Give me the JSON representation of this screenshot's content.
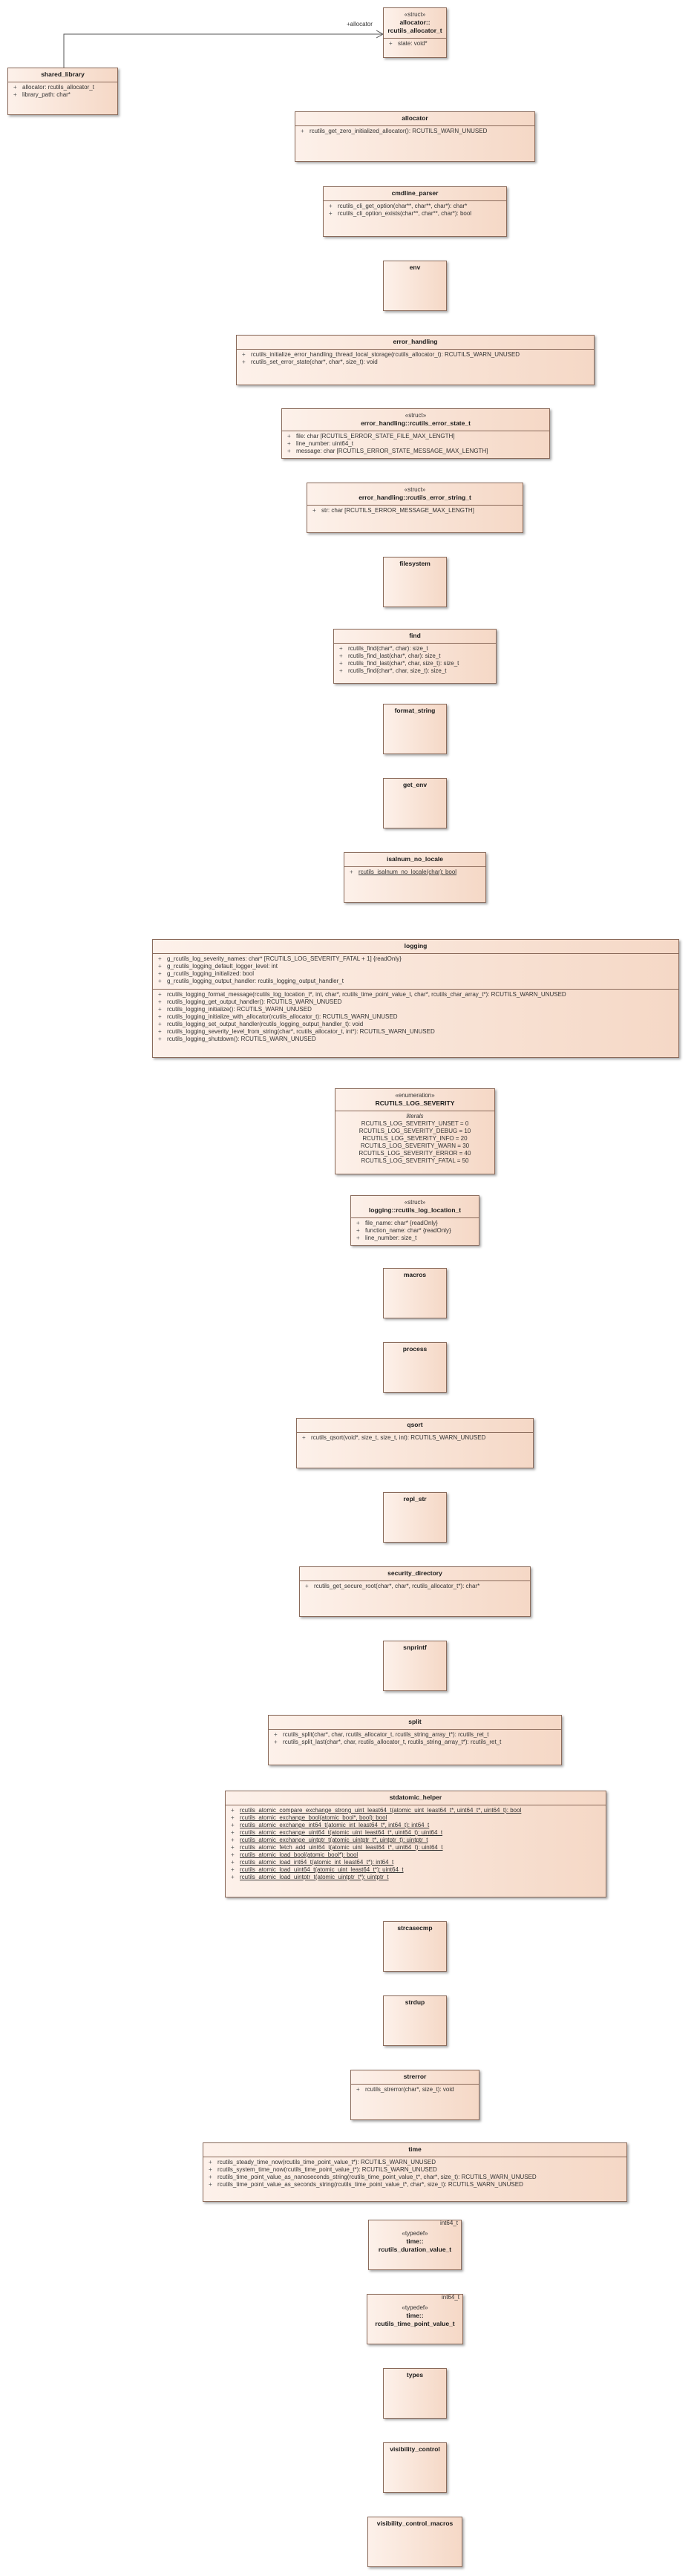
{
  "classes": [
    {
      "id": "allocator_struct",
      "stereotype": "«struct»",
      "name": "allocator::\nrcutils_allocator_t",
      "attributes": [
        {
          "text": "state: void*"
        }
      ],
      "operations": []
    },
    {
      "id": "shared_library",
      "stereotype": "",
      "name": "shared_library",
      "attributes": [
        {
          "text": "allocator: rcutils_allocator_t"
        },
        {
          "text": "library_path: char*"
        }
      ],
      "operations": []
    },
    {
      "id": "allocator",
      "stereotype": "",
      "name": "allocator",
      "attributes": [],
      "operations": [
        {
          "text": "rcutils_get_zero_initialized_allocator(): RCUTILS_WARN_UNUSED"
        }
      ]
    },
    {
      "id": "cmdline_parser",
      "stereotype": "",
      "name": "cmdline_parser",
      "attributes": [],
      "operations": [
        {
          "text": "rcutils_cli_get_option(char**, char**, char*): char*"
        },
        {
          "text": "rcutils_cli_option_exists(char**, char**, char*): bool"
        }
      ]
    },
    {
      "id": "env",
      "stereotype": "",
      "name": "env",
      "attributes": [],
      "operations": []
    },
    {
      "id": "error_handling",
      "stereotype": "",
      "name": "error_handling",
      "attributes": [],
      "operations": [
        {
          "text": "rcutils_initialize_error_handling_thread_local_storage(rcutils_allocator_t): RCUTILS_WARN_UNUSED"
        },
        {
          "text": "rcutils_set_error_state(char*, char*, size_t): void"
        }
      ]
    },
    {
      "id": "error_state",
      "stereotype": "«struct»",
      "name": "error_handling::rcutils_error_state_t",
      "attributes": [
        {
          "text": "file: char [RCUTILS_ERROR_STATE_FILE_MAX_LENGTH]"
        },
        {
          "text": "line_number: uint64_t"
        },
        {
          "text": "message: char [RCUTILS_ERROR_STATE_MESSAGE_MAX_LENGTH]"
        }
      ],
      "operations": []
    },
    {
      "id": "error_string",
      "stereotype": "«struct»",
      "name": "error_handling::rcutils_error_string_t",
      "attributes": [
        {
          "text": "str: char [RCUTILS_ERROR_MESSAGE_MAX_LENGTH]"
        }
      ],
      "operations": []
    },
    {
      "id": "filesystem",
      "stereotype": "",
      "name": "filesystem",
      "attributes": [],
      "operations": []
    },
    {
      "id": "find",
      "stereotype": "",
      "name": "find",
      "attributes": [],
      "operations": [
        {
          "text": "rcutils_find(char*, char): size_t"
        },
        {
          "text": "rcutils_find_last(char*, char): size_t"
        },
        {
          "text": "rcutils_find_last(char*, char, size_t): size_t"
        },
        {
          "text": "rcutils_find(char*, char, size_t): size_t"
        }
      ]
    },
    {
      "id": "format_string",
      "stereotype": "",
      "name": "format_string",
      "attributes": [],
      "operations": []
    },
    {
      "id": "get_env",
      "stereotype": "",
      "name": "get_env",
      "attributes": [],
      "operations": []
    },
    {
      "id": "isalnum_no_locale",
      "stereotype": "",
      "name": "isalnum_no_locale",
      "attributes": [],
      "operations": [
        {
          "text": "rcutils_isalnum_no_locale(char): bool",
          "static": true
        }
      ]
    },
    {
      "id": "logging",
      "stereotype": "",
      "name": "logging",
      "attributes": [
        {
          "text": "g_rcutils_log_severity_names: char* [RCUTILS_LOG_SEVERITY_FATAL + 1] {readOnly}"
        },
        {
          "text": "g_rcutils_logging_default_logger_level: int"
        },
        {
          "text": "g_rcutils_logging_initialized: bool"
        },
        {
          "text": "g_rcutils_logging_output_handler: rcutils_logging_output_handler_t"
        }
      ],
      "operations": [
        {
          "text": "rcutils_logging_format_message(rcutils_log_location_t*, int, char*, rcutils_time_point_value_t, char*, rcutils_char_array_t*): RCUTILS_WARN_UNUSED"
        },
        {
          "text": "rcutils_logging_get_output_handler(): RCUTILS_WARN_UNUSED"
        },
        {
          "text": "rcutils_logging_initialize(): RCUTILS_WARN_UNUSED"
        },
        {
          "text": "rcutils_logging_initialize_with_allocator(rcutils_allocator_t): RCUTILS_WARN_UNUSED"
        },
        {
          "text": "rcutils_logging_set_output_handler(rcutils_logging_output_handler_t): void"
        },
        {
          "text": "rcutils_logging_severity_level_from_string(char*, rcutils_allocator_t, int*): RCUTILS_WARN_UNUSED"
        },
        {
          "text": "rcutils_logging_shutdown(): RCUTILS_WARN_UNUSED"
        }
      ]
    },
    {
      "id": "log_severity",
      "stereotype": "«enumeration»",
      "name": "RCUTILS_LOG_SEVERITY",
      "literals_label": "literals",
      "literals": [
        "RCUTILS_LOG_SEVERITY_UNSET = 0",
        "RCUTILS_LOG_SEVERITY_DEBUG = 10",
        "RCUTILS_LOG_SEVERITY_INFO = 20",
        "RCUTILS_LOG_SEVERITY_WARN = 30",
        "RCUTILS_LOG_SEVERITY_ERROR = 40",
        "RCUTILS_LOG_SEVERITY_FATAL = 50"
      ],
      "attributes": [],
      "operations": []
    },
    {
      "id": "log_location",
      "stereotype": "«struct»",
      "name": "logging::rcutils_log_location_t",
      "attributes": [
        {
          "text": "file_name: char* {readOnly}"
        },
        {
          "text": "function_name: char* {readOnly}"
        },
        {
          "text": "line_number: size_t"
        }
      ],
      "operations": []
    },
    {
      "id": "macros",
      "stereotype": "",
      "name": "macros",
      "attributes": [],
      "operations": []
    },
    {
      "id": "process",
      "stereotype": "",
      "name": "process",
      "attributes": [],
      "operations": []
    },
    {
      "id": "qsort",
      "stereotype": "",
      "name": "qsort",
      "attributes": [],
      "operations": [
        {
          "text": "rcutils_qsort(void*, size_t, size_t, int): RCUTILS_WARN_UNUSED"
        }
      ]
    },
    {
      "id": "repl_str",
      "stereotype": "",
      "name": "repl_str",
      "attributes": [],
      "operations": []
    },
    {
      "id": "security_directory",
      "stereotype": "",
      "name": "security_directory",
      "attributes": [],
      "operations": [
        {
          "text": "rcutils_get_secure_root(char*, char*, rcutils_allocator_t*): char*"
        }
      ]
    },
    {
      "id": "snprintf",
      "stereotype": "",
      "name": "snprintf",
      "attributes": [],
      "operations": []
    },
    {
      "id": "split",
      "stereotype": "",
      "name": "split",
      "attributes": [],
      "operations": [
        {
          "text": "rcutils_split(char*, char, rcutils_allocator_t, rcutils_string_array_t*): rcutils_ret_t"
        },
        {
          "text": "rcutils_split_last(char*, char, rcutils_allocator_t, rcutils_string_array_t*): rcutils_ret_t"
        }
      ]
    },
    {
      "id": "stdatomic_helper",
      "stereotype": "",
      "name": "stdatomic_helper",
      "attributes": [],
      "operations": [
        {
          "text": "rcutils_atomic_compare_exchange_strong_uint_least64_t(atomic_uint_least64_t*, uint64_t*, uint64_t): bool",
          "static": true
        },
        {
          "text": "rcutils_atomic_exchange_bool(atomic_bool*, bool): bool",
          "static": true
        },
        {
          "text": "rcutils_atomic_exchange_int64_t(atomic_int_least64_t*, int64_t): int64_t",
          "static": true
        },
        {
          "text": "rcutils_atomic_exchange_uint64_t(atomic_uint_least64_t*, uint64_t): uint64_t",
          "static": true
        },
        {
          "text": "rcutils_atomic_exchange_uintptr_t(atomic_uintptr_t*, uintptr_t): uintptr_t",
          "static": true
        },
        {
          "text": "rcutils_atomic_fetch_add_uint64_t(atomic_uint_least64_t*, uint64_t): uint64_t",
          "static": true
        },
        {
          "text": "rcutils_atomic_load_bool(atomic_bool*): bool",
          "static": true
        },
        {
          "text": "rcutils_atomic_load_int64_t(atomic_int_least64_t*): int64_t",
          "static": true
        },
        {
          "text": "rcutils_atomic_load_uint64_t(atomic_uint_least64_t*): uint64_t",
          "static": true
        },
        {
          "text": "rcutils_atomic_load_uintptr_t(atomic_uintptr_t*): uintptr_t",
          "static": true
        }
      ]
    },
    {
      "id": "strcasecmp",
      "stereotype": "",
      "name": "strcasecmp",
      "attributes": [],
      "operations": []
    },
    {
      "id": "strdup",
      "stereotype": "",
      "name": "strdup",
      "attributes": [],
      "operations": []
    },
    {
      "id": "strerror",
      "stereotype": "",
      "name": "strerror",
      "attributes": [],
      "operations": [
        {
          "text": "rcutils_strerror(char*, size_t): void"
        }
      ]
    },
    {
      "id": "time",
      "stereotype": "",
      "name": "time",
      "attributes": [],
      "operations": [
        {
          "text": "rcutils_steady_time_now(rcutils_time_point_value_t*): RCUTILS_WARN_UNUSED"
        },
        {
          "text": "rcutils_system_time_now(rcutils_time_point_value_t*): RCUTILS_WARN_UNUSED"
        },
        {
          "text": "rcutils_time_point_value_as_nanoseconds_string(rcutils_time_point_value_t*, char*, size_t): RCUTILS_WARN_UNUSED"
        },
        {
          "text": "rcutils_time_point_value_as_seconds_string(rcutils_time_point_value_t*, char*, size_t): RCUTILS_WARN_UNUSED"
        }
      ]
    },
    {
      "id": "duration_value",
      "stereotype": "«typedef»",
      "name": "time::\nrcutils_duration_value_t",
      "tag": "int64_t",
      "attributes": [],
      "operations": []
    },
    {
      "id": "time_point_value",
      "stereotype": "«typedef»",
      "name": "time::\nrcutils_time_point_value_t",
      "tag": "int64_t",
      "attributes": [],
      "operations": []
    },
    {
      "id": "types",
      "stereotype": "",
      "name": "types",
      "attributes": [],
      "operations": []
    },
    {
      "id": "visibility_control",
      "stereotype": "",
      "name": "visibility_control",
      "attributes": [],
      "operations": []
    },
    {
      "id": "visibility_control_macros",
      "stereotype": "",
      "name": "visibility_control_macros",
      "attributes": [],
      "operations": []
    }
  ],
  "association": {
    "role": "+allocator"
  },
  "visibility_symbol": "+"
}
